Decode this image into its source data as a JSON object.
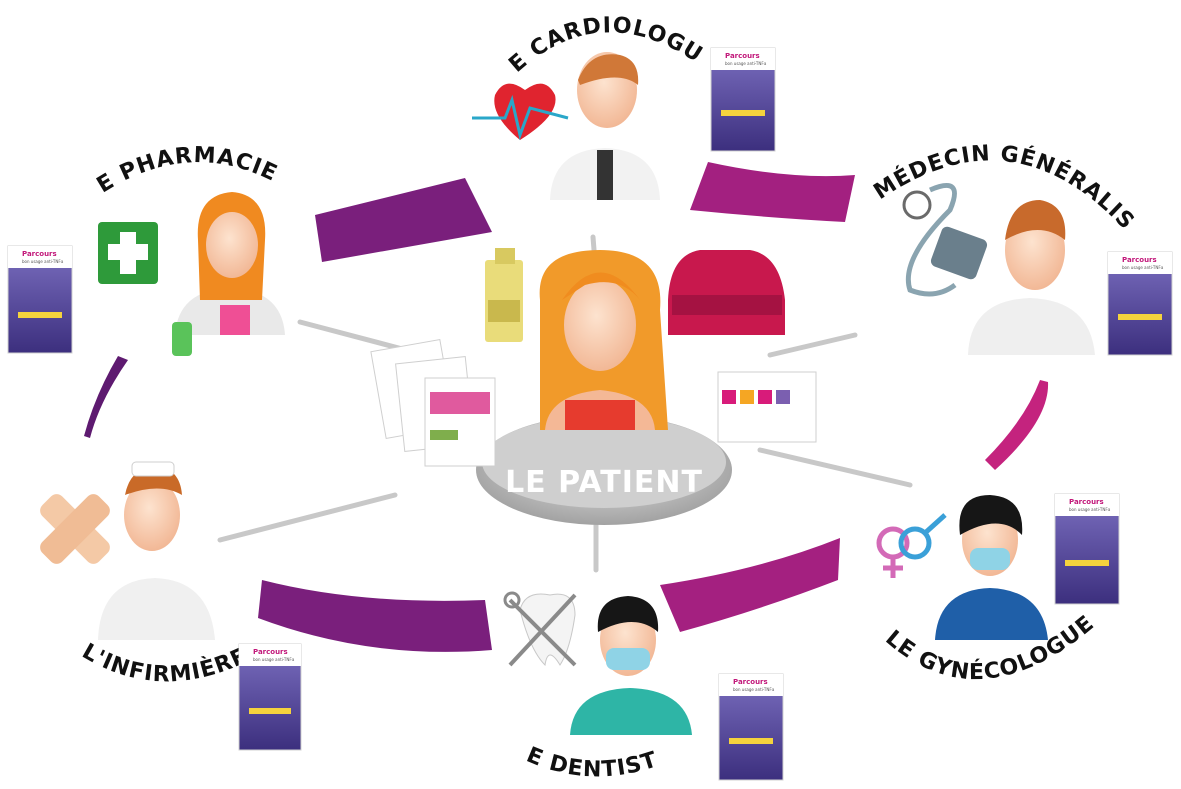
{
  "center": {
    "label": "LE PATIENT"
  },
  "roles": {
    "cardiologue": "LE CARDIOLOGUE",
    "pharmacien": "LE PHARMACIEN",
    "generaliste": "LE MÉDECIN GÉNÉRALISTE",
    "infirmiere": "L'INFIRMIÈRE",
    "gynecologue": "LE GYNÉCOLOGUE",
    "dentiste": "LE DENTISTE"
  },
  "brochure": {
    "title": "Parcours",
    "subtitle": "bon usage anti-TNFα"
  },
  "colors": {
    "arc": "#7a1f7c",
    "arc_light": "#b0207d",
    "spoke": "#c8c8c8",
    "brochure_bg": "#5a4ea0",
    "accent_pink": "#d81b7a"
  }
}
